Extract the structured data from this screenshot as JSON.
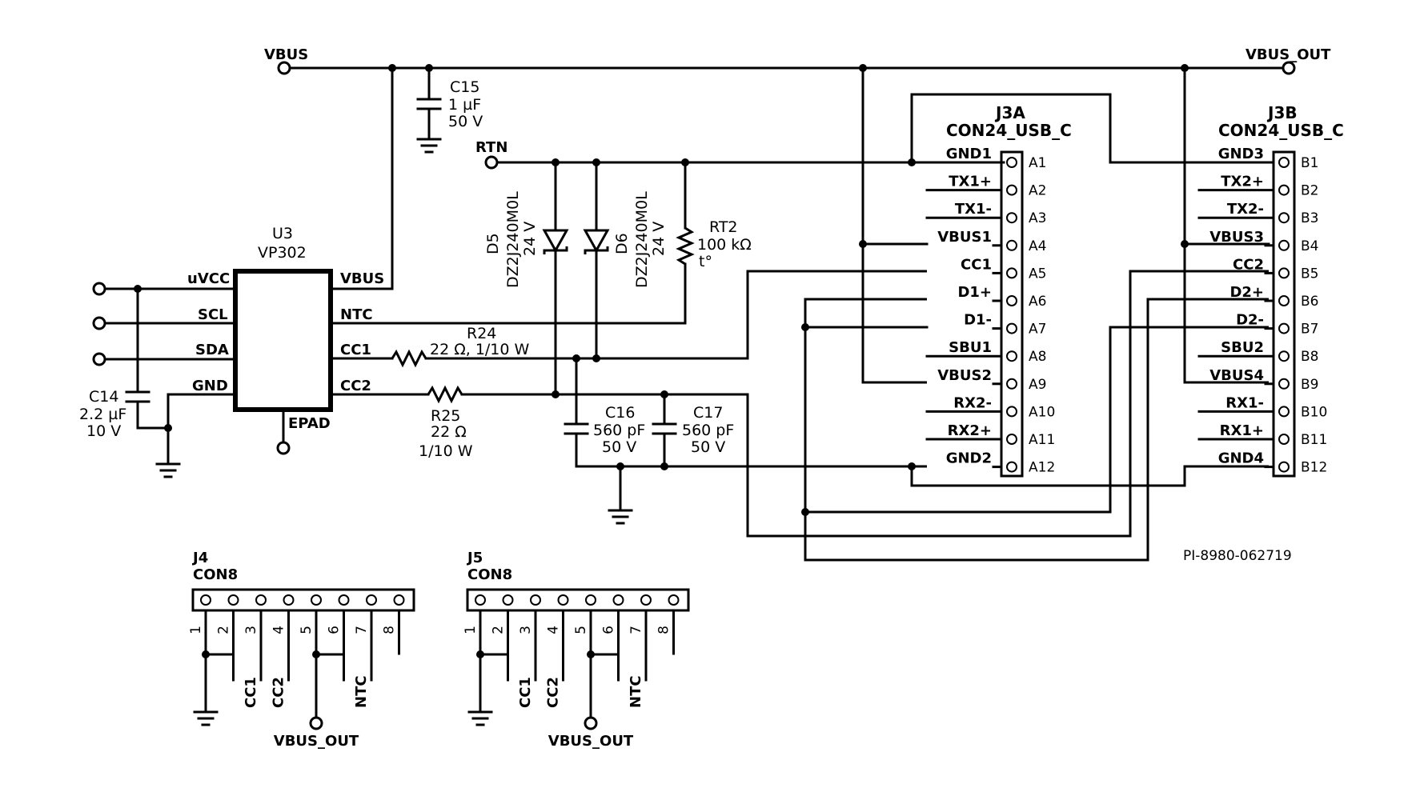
{
  "nets": {
    "vbus": "VBUS",
    "vbus_out": "VBUS_OUT",
    "rtn": "RTN"
  },
  "u3": {
    "ref": "U3",
    "part": "VP302",
    "pins_left": [
      "uVCC",
      "SCL",
      "SDA",
      "GND"
    ],
    "pins_right": [
      "VBUS",
      "NTC",
      "CC1",
      "CC2"
    ],
    "pin_bottom": "EPAD"
  },
  "c14": {
    "ref": "C14",
    "value": "2.2 µF",
    "voltage": "10 V"
  },
  "c15": {
    "ref": "C15",
    "value": "1 µF",
    "voltage": "50 V"
  },
  "c16": {
    "ref": "C16",
    "value": "560 pF",
    "voltage": "50 V"
  },
  "c17": {
    "ref": "C17",
    "value": "560 pF",
    "voltage": "50 V"
  },
  "r24": {
    "ref": "R24",
    "value": "22 Ω, 1/10 W"
  },
  "r25": {
    "ref": "R25",
    "value": "22 Ω",
    "power": "1/10 W"
  },
  "d5": {
    "ref": "D5",
    "part": "DZ2J240M0L",
    "voltage": "24 V"
  },
  "d6": {
    "ref": "D6",
    "part": "DZ2J240M0L",
    "voltage": "24 V"
  },
  "rt2": {
    "ref": "RT2",
    "value": "100 kΩ",
    "mark": "t°"
  },
  "j3a": {
    "ref": "J3A",
    "part": "CON24_USB_C",
    "signals": [
      "GND1",
      "TX1+",
      "TX1-",
      "VBUS1",
      "CC1",
      "D1+",
      "D1-",
      "SBU1",
      "VBUS2",
      "RX2-",
      "RX2+",
      "GND2"
    ],
    "pins": [
      "A1",
      "A2",
      "A3",
      "A4",
      "A5",
      "A6",
      "A7",
      "A8",
      "A9",
      "A10",
      "A11",
      "A12"
    ]
  },
  "j3b": {
    "ref": "J3B",
    "part": "CON24_USB_C",
    "signals": [
      "GND3",
      "TX2+",
      "TX2-",
      "VBUS3",
      "CC2",
      "D2+",
      "D2-",
      "SBU2",
      "VBUS4",
      "RX1-",
      "RX1+",
      "GND4"
    ],
    "pins": [
      "B1",
      "B2",
      "B3",
      "B4",
      "B5",
      "B6",
      "B7",
      "B8",
      "B9",
      "B10",
      "B11",
      "B12"
    ]
  },
  "j4": {
    "ref": "J4",
    "part": "CON8",
    "pins": [
      "1",
      "2",
      "3",
      "4",
      "5",
      "6",
      "7",
      "8"
    ],
    "labels": [
      "CC1",
      "CC2",
      "NTC"
    ],
    "out": "VBUS_OUT"
  },
  "j5": {
    "ref": "J5",
    "part": "CON8",
    "pins": [
      "1",
      "2",
      "3",
      "4",
      "5",
      "6",
      "7",
      "8"
    ],
    "labels": [
      "CC1",
      "CC2",
      "NTC"
    ],
    "out": "VBUS_OUT"
  },
  "drawing_id": "PI-8980-062719"
}
